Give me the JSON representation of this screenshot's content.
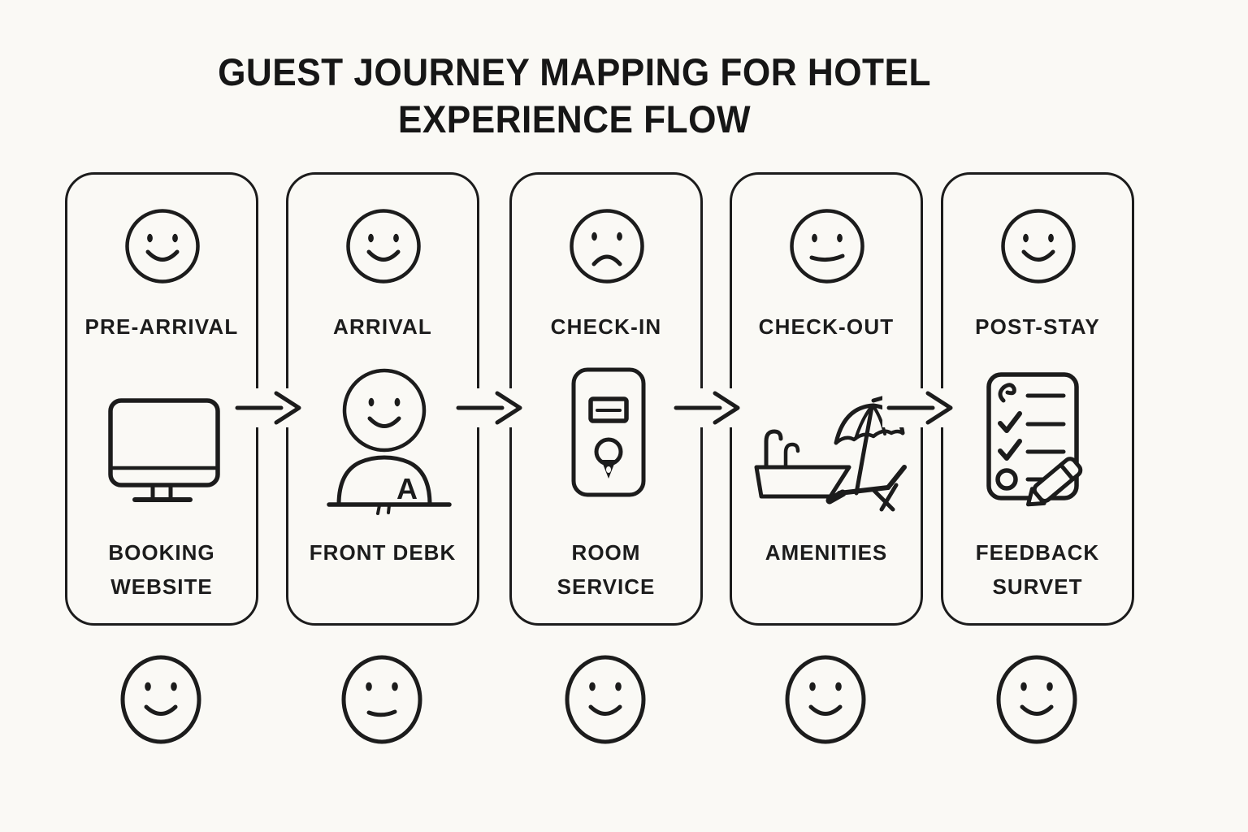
{
  "title": {
    "line1": "GUEST JOURNEY MAPPING FOR HOTEL",
    "line2": "EXPERIENCE FLOW"
  },
  "colors": {
    "background": "#faf9f5",
    "ink": "#1c1c1c"
  },
  "stages": [
    {
      "label": "PRE-ARRIVAL",
      "sublabel": "BOOKING WEBSITE",
      "top_face_mood": "happy",
      "icon": "desktop-monitor-icon"
    },
    {
      "label": "ARRIVAL",
      "sublabel": "FRONT DEBK",
      "top_face_mood": "happy",
      "icon": "front-desk-agent-icon",
      "icon_letter": "A"
    },
    {
      "label": "CHECK-IN",
      "sublabel": "ROOM SERVICE",
      "top_face_mood": "sad",
      "icon": "door-hanger-keyhole-icon"
    },
    {
      "label": "CHECK-OUT",
      "sublabel": "AMENITIES",
      "top_face_mood": "slight-smile",
      "icon": "bathtub-beach-umbrella-icon"
    },
    {
      "label": "POST-STAY",
      "sublabel": "FEEDBACK SURVET",
      "top_face_mood": "happy",
      "icon": "feedback-checklist-pencil-icon"
    }
  ],
  "bottom_faces": [
    {
      "mood": "happy"
    },
    {
      "mood": "neutral"
    },
    {
      "mood": "happy"
    },
    {
      "mood": "happy"
    },
    {
      "mood": "happy"
    }
  ],
  "arrows": {
    "count": 4,
    "direction": "right"
  }
}
